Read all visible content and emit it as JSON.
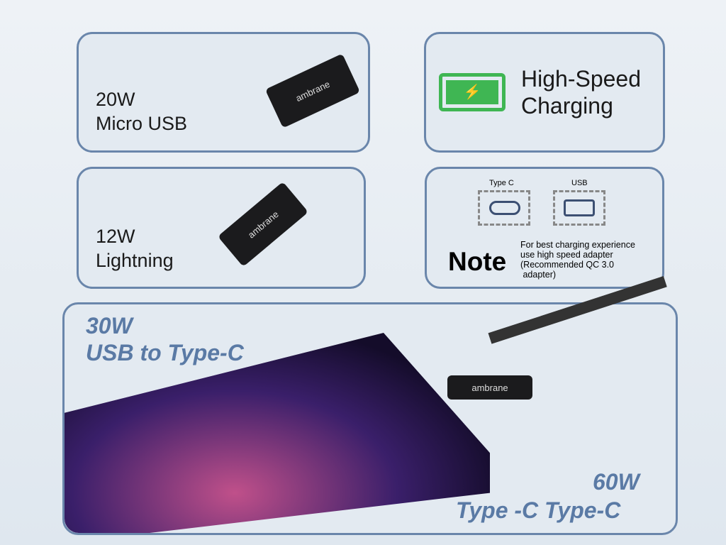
{
  "cards": {
    "micro": {
      "power": "20W",
      "name": "Micro USB",
      "brand": "ambrane"
    },
    "lightning": {
      "power": "12W",
      "name": "Lightning",
      "brand": "ambrane"
    },
    "charging": {
      "line1": "High-Speed",
      "line2": "Charging"
    },
    "note": {
      "typec": "Type C",
      "usb": "USB",
      "title": "Note",
      "l1": "For best charging experience",
      "l2": "use high speed adapter",
      "l3": "(Recommended QC 3.0",
      "l4": " adapter)"
    }
  },
  "hero": {
    "top_power": "30W",
    "top_name": "USB to Type-C",
    "bottom_power": "60W",
    "bottom_name": "Type -C Type-C",
    "brand": "ambrane"
  }
}
